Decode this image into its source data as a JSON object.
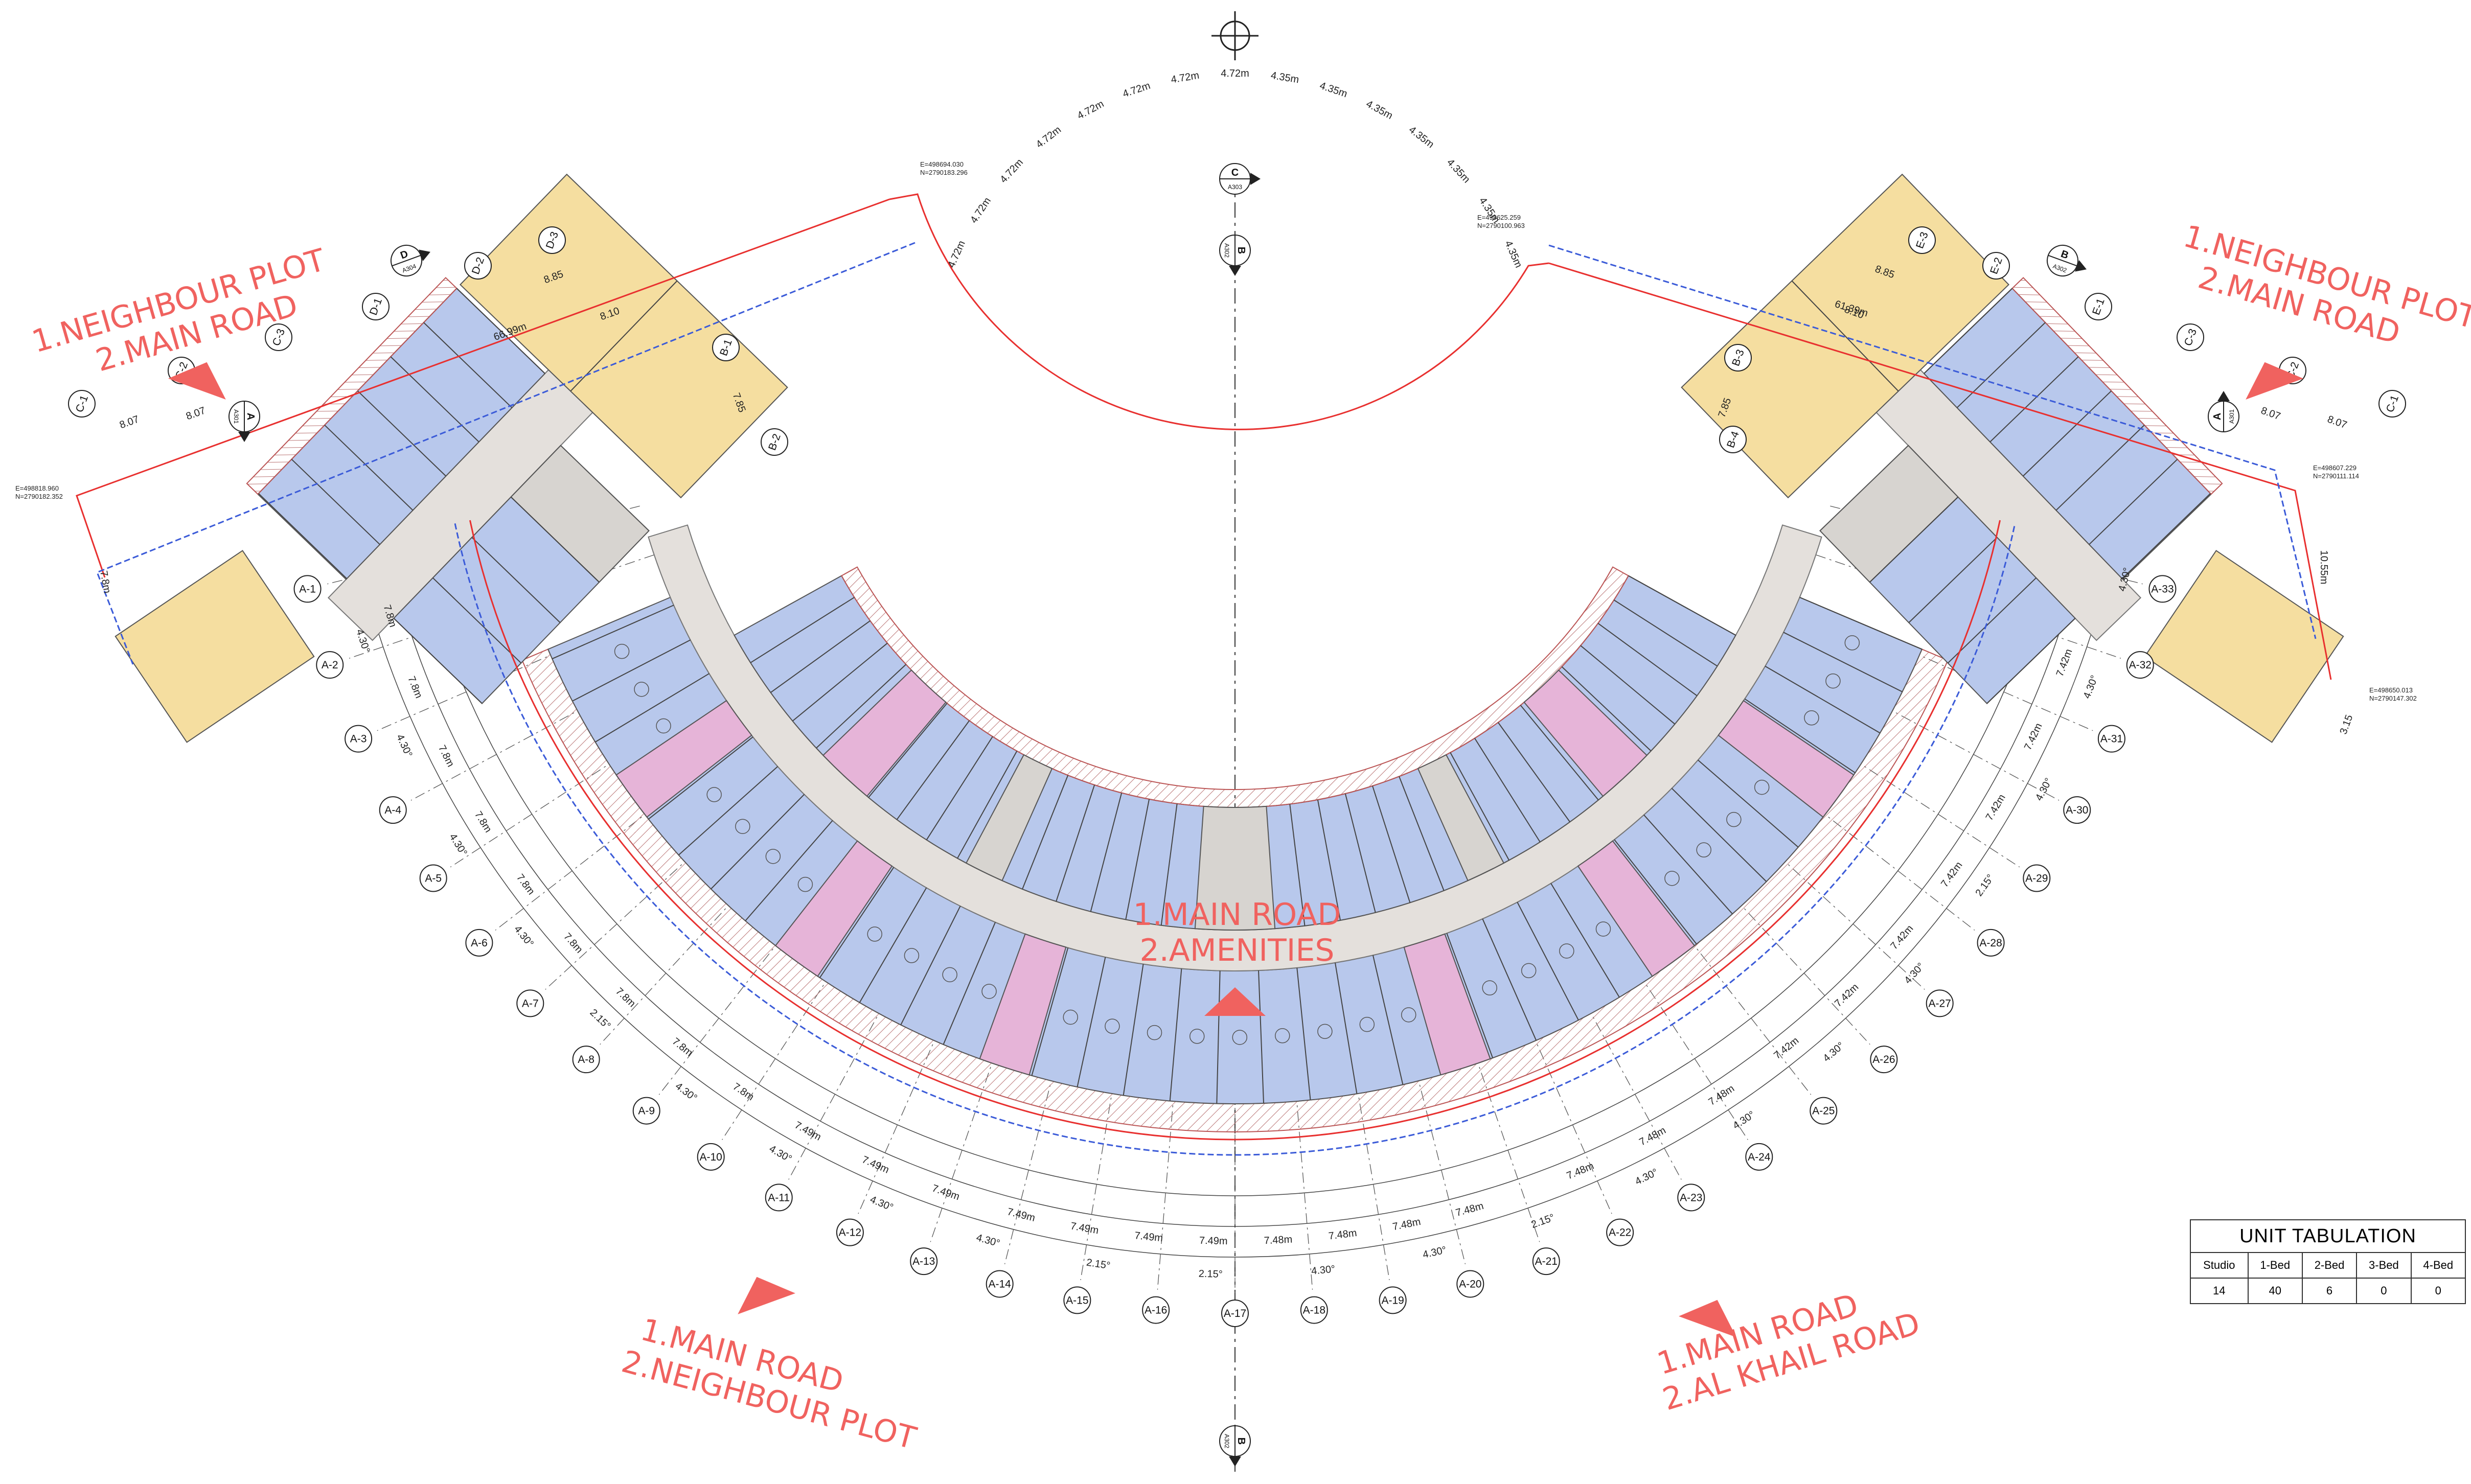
{
  "annotations": {
    "top_left": [
      "1.NEIGHBOUR PLOT",
      "2.MAIN ROAD"
    ],
    "top_right": [
      "1.NEIGHBOUR PLOT",
      "2.MAIN ROAD"
    ],
    "center": [
      "1.MAIN ROAD",
      "2.AMENITIES"
    ],
    "bottom_left": [
      "1.MAIN ROAD",
      "2.NEIGHBOUR PLOT"
    ],
    "bottom_right": [
      "1.MAIN ROAD",
      "2.AL KHAIL ROAD"
    ]
  },
  "section_markers": [
    {
      "letter": "C",
      "sheet": "A303"
    },
    {
      "letter": "B",
      "sheet": "A302"
    },
    {
      "letter": "D",
      "sheet": "A304"
    },
    {
      "letter": "A",
      "sheet": "A301"
    },
    {
      "letter": "B",
      "sheet": "A302"
    },
    {
      "letter": "A",
      "sheet": "A301"
    },
    {
      "letter": "B",
      "sheet": "A302"
    }
  ],
  "grid_lines": {
    "a_series": [
      "A-1",
      "A-2",
      "A-3",
      "A-4",
      "A-5",
      "A-6",
      "A-7",
      "A-8",
      "A-9",
      "A-10",
      "A-11",
      "A-12",
      "A-13",
      "A-14",
      "A-15",
      "A-16",
      "A-17",
      "A-18",
      "A-19",
      "A-20",
      "A-21",
      "A-22",
      "A-23",
      "A-24",
      "A-25",
      "A-26",
      "A-27",
      "A-28",
      "A-29",
      "A-30",
      "A-31",
      "A-32",
      "A-33"
    ],
    "other": [
      "B-1",
      "B-2",
      "B-3",
      "B-4",
      "C-1",
      "C-2",
      "C-3",
      "C-1",
      "C-2",
      "C-3",
      "D-1",
      "D-2",
      "D-3",
      "E-1",
      "E-2",
      "E-3"
    ]
  },
  "dimensions": {
    "outer_left": [
      "7.8m",
      "7.8m",
      "7.8m",
      "7.8m",
      "7.8m",
      "7.8m",
      "7.8m",
      "7.8m",
      "7.8m",
      "7.49m",
      "7.49m",
      "7.49m"
    ],
    "outer_bottom": [
      "7.49m",
      "7.49m",
      "7.49m",
      "7.49m",
      "7.48m",
      "7.48m",
      "7.48m",
      "7.48m"
    ],
    "outer_right": [
      "7.48m",
      "7.48m",
      "7.48m",
      "7.42m",
      "7.42m",
      "7.42m",
      "7.42m",
      "7.42m",
      "7.42m",
      "7.42m"
    ],
    "angles": [
      "4.30°",
      "4.30°",
      "4.30°",
      "4.30°",
      "2.15°",
      "4.30°",
      "4.30°",
      "4.30°",
      "4.30°",
      "2.15°",
      "2.15°",
      "4.30°",
      "4.30°",
      "2.15°",
      "4.30°",
      "4.30°",
      "4.30°",
      "4.30°",
      "2.15°",
      "4.30°",
      "4.30°",
      "4.30°"
    ],
    "top_arc": [
      "4.72m",
      "4.72m",
      "4.72m",
      "4.72m",
      "4.72m",
      "4.72m",
      "4.72m",
      "4.72m",
      "4.35m",
      "4.35m",
      "4.35m",
      "4.35m",
      "4.35m",
      "4.35m",
      "4.35m"
    ],
    "misc": [
      "61.39m",
      "66.99m",
      "8.07",
      "8.07",
      "8.07",
      "8.07",
      "8.85",
      "8.85",
      "8.10",
      "8.10",
      "7.85",
      "7.85",
      "7.8m",
      "10.55m",
      "3.15"
    ]
  },
  "coordinates": [
    {
      "e": "E=498694.030",
      "n": "N=2790183.296"
    },
    {
      "e": "E=498625.259",
      "n": "N=2790100.963"
    },
    {
      "e": "E=498818.960",
      "n": "N=2790182.352"
    },
    {
      "e": "E=498607.229",
      "n": "N=2790111.114"
    },
    {
      "e": "E=498650.013",
      "n": "N=2790147.302"
    }
  ],
  "unit_tabulation": {
    "title": "UNIT TABULATION",
    "headers": [
      "Studio",
      "1-Bed",
      "2-Bed",
      "3-Bed",
      "4-Bed"
    ],
    "values": [
      "14",
      "40",
      "6",
      "0",
      "0"
    ]
  },
  "colors": {
    "one_bed": "#b8c8ec",
    "two_bed": "#f5dea0",
    "studio": "#e6b4d8",
    "corridor": "#e4e0dc",
    "boundary_red": "#e8302f",
    "boundary_blue": "#3b5bd8",
    "annotation": "#f0625f"
  }
}
